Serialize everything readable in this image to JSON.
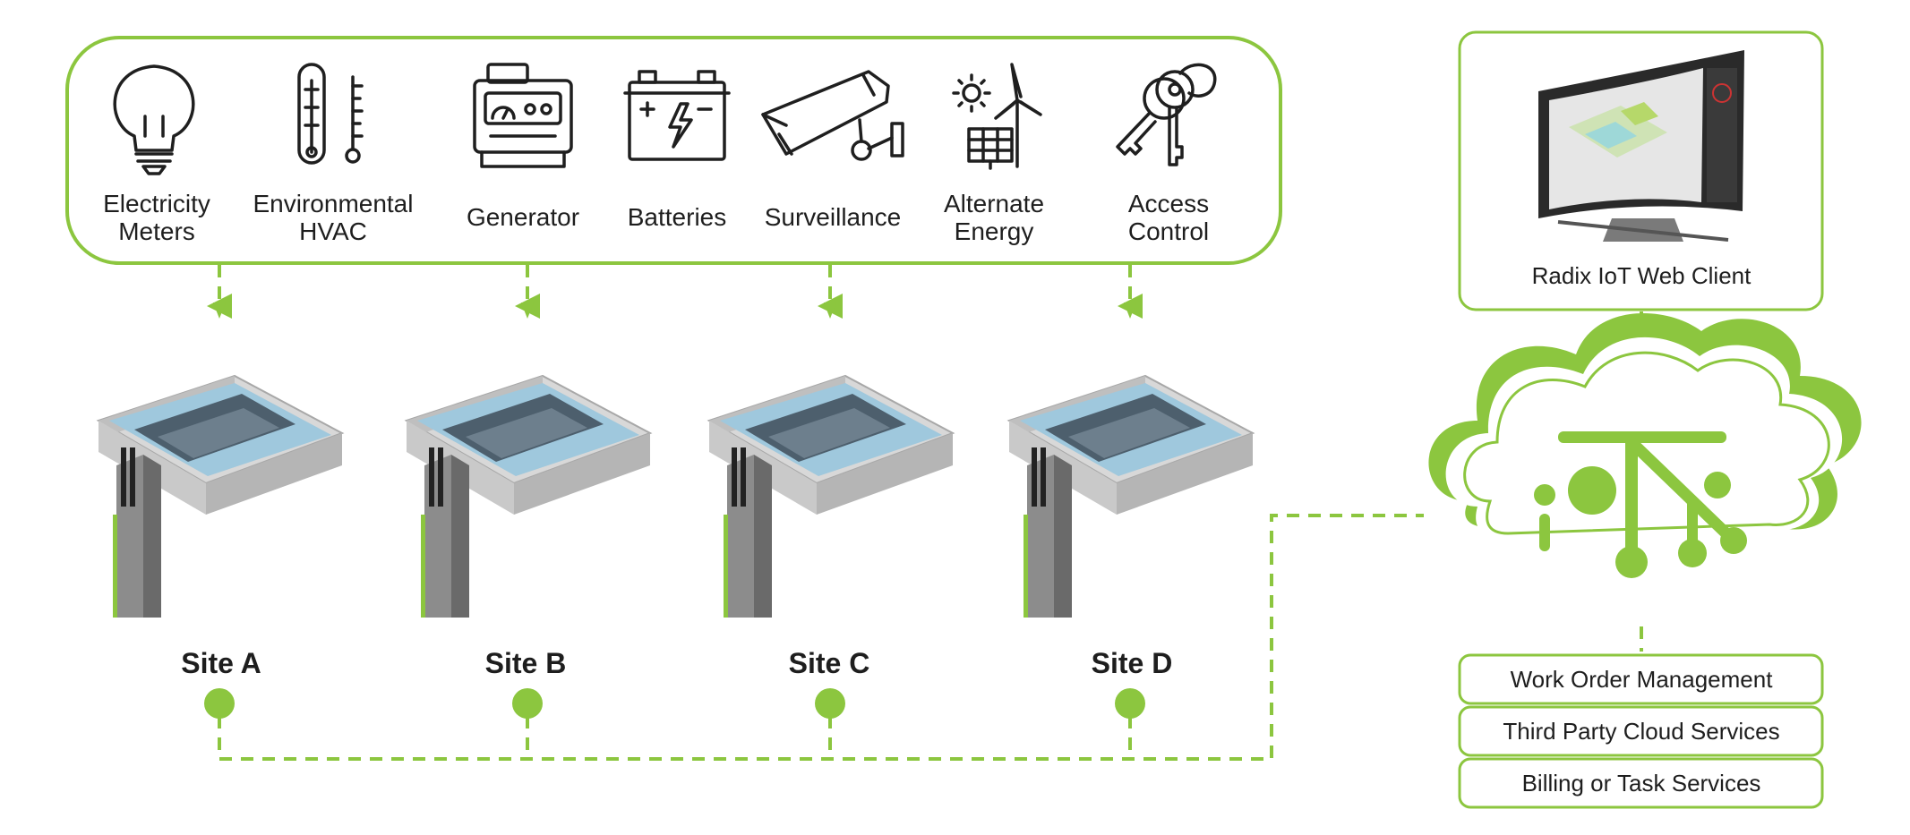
{
  "devices": [
    {
      "lines": [
        "Electricity",
        "Meters"
      ],
      "icon": "lightbulb-icon"
    },
    {
      "lines": [
        "Environmental",
        "HVAC"
      ],
      "icon": "thermometer-icon"
    },
    {
      "lines": [
        "Generator"
      ],
      "icon": "generator-icon"
    },
    {
      "lines": [
        "Batteries"
      ],
      "icon": "battery-icon"
    },
    {
      "lines": [
        "Surveillance"
      ],
      "icon": "security-camera-icon"
    },
    {
      "lines": [
        "Alternate",
        "Energy"
      ],
      "icon": "wind-solar-icon"
    },
    {
      "lines": [
        "Access",
        "Control"
      ],
      "icon": "keys-icon"
    }
  ],
  "sites": [
    {
      "label": "Site A"
    },
    {
      "label": "Site B"
    },
    {
      "label": "Site C"
    },
    {
      "label": "Site D"
    }
  ],
  "web_client": {
    "label": "Radix IoT Web Client"
  },
  "services": [
    {
      "label": "Work Order Management"
    },
    {
      "label": "Third Party Cloud Services"
    },
    {
      "label": "Billing or Task Services"
    }
  ],
  "colors": {
    "accent": "#8cc63f",
    "accent_dark": "#6fae2c",
    "text": "#1e1e1e"
  }
}
